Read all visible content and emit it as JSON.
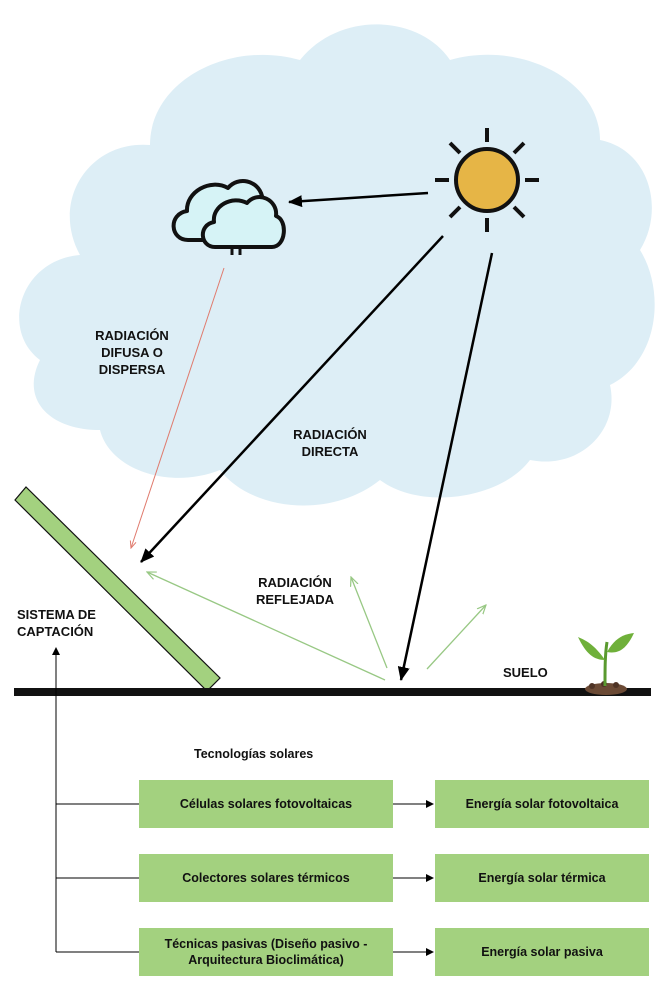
{
  "labels": {
    "difusa": "RADIACIÓN\nDIFUSA O\nDISPERSA",
    "directa": "RADIACIÓN\nDIRECTA",
    "reflejada": "RADIACIÓN\nREFLEJADA",
    "sistema": "SISTEMA DE\nCAPTACIÓN",
    "suelo": "SUELO",
    "tecnologias": "Tecnologías solares"
  },
  "technologies": [
    {
      "tech": "Células solares fotovoltaicas",
      "energy": "Energía solar fotovoltaica"
    },
    {
      "tech": "Colectores solares térmicos",
      "energy": "Energía solar térmica"
    },
    {
      "tech": "Técnicas pasivas (Diseño pasivo -\nArquitectura Bioclimática)",
      "energy": "Energía solar pasiva"
    }
  ],
  "colors": {
    "sky": "#ddeef6",
    "sun_fill": "#e6b546",
    "panel_fill": "#a3d17f",
    "box_fill": "#a3d17f",
    "diffuse_arrow": "#e07a6d",
    "reflected_arrow": "#98c884",
    "ground": "#111111"
  },
  "icons": {
    "sun": "sun-icon",
    "cloud": "cloud-icon",
    "plant": "sprout-icon"
  }
}
